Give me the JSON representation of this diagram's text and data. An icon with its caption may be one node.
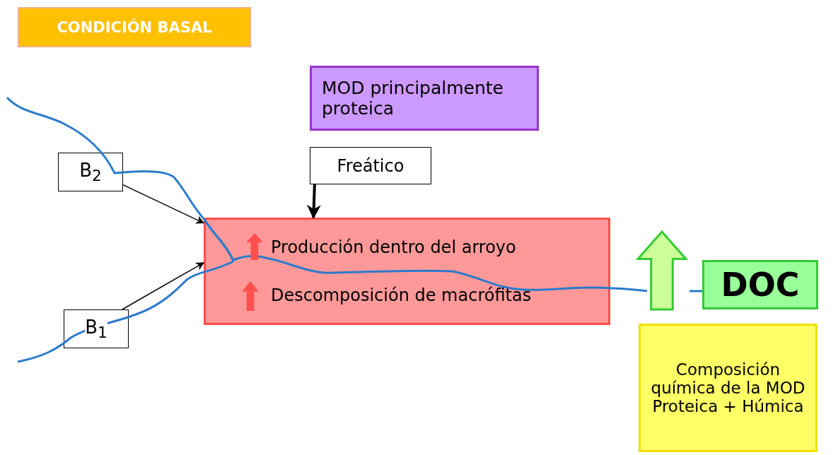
{
  "diagram": {
    "title": "CONDICIÓN BASAL",
    "nodes": [
      {
        "text": [
          "MOD principalmente proteica"
        ]
      },
      {
        "text": [
          "Freático"
        ]
      },
      {
        "text": [
          "B$_{2}$"
        ]
      },
      {
        "text": [
          "B$_{1}$"
        ]
      },
      {
        "text": [
          "Producción dentro del arroyo",
          "Descomposición de macrófitas"
        ]
      },
      {
        "text": [
          "DOC"
        ]
      },
      {
        "text": [
          "Composición química de la MOD",
          "Proteica + Húmica"
        ]
      }
    ],
    "edges": [
      {
        "from": 1,
        "to": 4,
        "arrow": "to",
        "style": "thick"
      },
      {
        "from": 2,
        "to": 4,
        "arrow": "to"
      },
      {
        "from": 3,
        "to": 4,
        "arrow": "to"
      }
    ]
  }
}
